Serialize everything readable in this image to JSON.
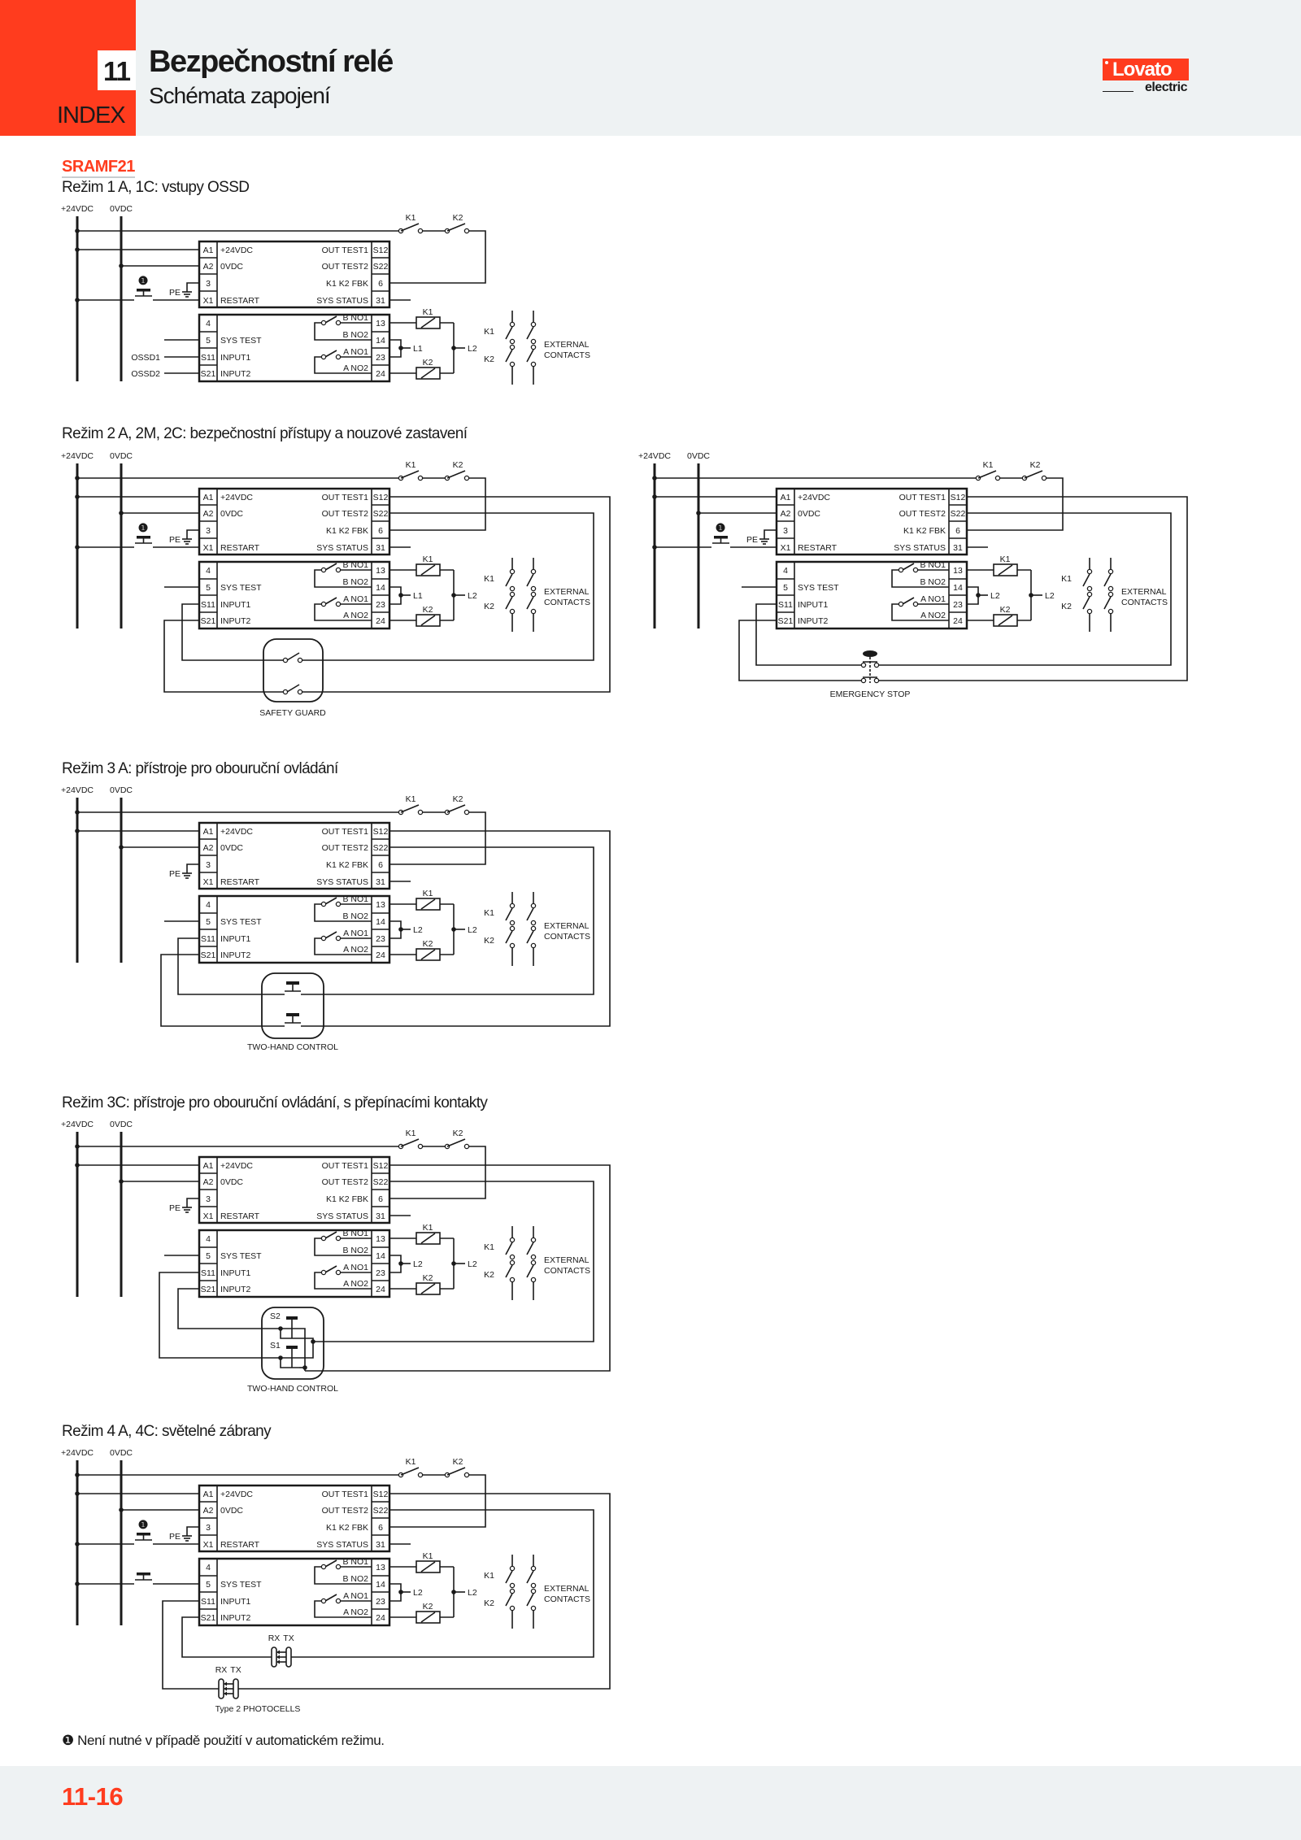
{
  "header": {
    "chapter": "11",
    "index": "INDEX",
    "title": "Bezpečnostní relé",
    "subtitle": "Schémata zapojení",
    "logo": {
      "brand": "Lovato",
      "sub": "electric"
    }
  },
  "colors": {
    "accent": "#ff3c1e",
    "band": "#eef2f3"
  },
  "product": "SRAMF21",
  "relay": {
    "rails": [
      "+24VDC",
      "0VDC"
    ],
    "left_upper": [
      {
        "t": "A1",
        "l": "+24VDC"
      },
      {
        "t": "A2",
        "l": "0VDC"
      },
      {
        "t": "3",
        "l": ""
      },
      {
        "t": "X1",
        "l": "RESTART"
      }
    ],
    "left_lower": [
      {
        "t": "4",
        "l": ""
      },
      {
        "t": "5",
        "l": "SYS TEST"
      },
      {
        "t": "S11",
        "l": "INPUT1"
      },
      {
        "t": "S21",
        "l": "INPUT2"
      }
    ],
    "right_upper": [
      {
        "t": "S12",
        "l": "OUT TEST1"
      },
      {
        "t": "S22",
        "l": "OUT TEST2"
      },
      {
        "t": "6",
        "l": "K1 K2 FBK"
      },
      {
        "t": "31",
        "l": "SYS STATUS"
      }
    ],
    "right_lower": [
      {
        "t": "13",
        "l": "B NO1"
      },
      {
        "t": "14",
        "l": "B NO2"
      },
      {
        "t": "23",
        "l": "A NO1"
      },
      {
        "t": "24",
        "l": "A NO2"
      }
    ],
    "series_contacts": [
      "K1",
      "K2"
    ],
    "coils": [
      "K1",
      "K2"
    ],
    "pe": "PE",
    "coil_junction": "L2",
    "external": {
      "labels": [
        "K1",
        "K2"
      ],
      "text": [
        "EXTERNAL",
        "CONTACTS"
      ]
    },
    "note_mark": "❶"
  },
  "sections": [
    {
      "title": "Režim 1 A, 1C: vstupy OSSD",
      "diagrams": [
        {
          "kind": "ossd",
          "l": "L1",
          "restart": true,
          "inputs": [
            "OSSD1",
            "OSSD2"
          ]
        }
      ]
    },
    {
      "title": "Režim 2 A, 2M, 2C: bezpečnostní přístupy a nouzové zastavení",
      "diagrams": [
        {
          "kind": "guard",
          "l": "L1",
          "restart": true,
          "device": "SAFETY GUARD"
        },
        {
          "kind": "estop",
          "l": "L2",
          "restart": true,
          "device": "EMERGENCY STOP"
        }
      ]
    },
    {
      "title": "Režim 3 A: přístroje pro obouruční ovládání",
      "diagrams": [
        {
          "kind": "twohand",
          "l": "L2",
          "restart": false,
          "device": "TWO-HAND CONTROL"
        }
      ]
    },
    {
      "title": "Režim 3C: přístroje pro obouruční ovládání, s přepínacími kontakty",
      "diagrams": [
        {
          "kind": "twohand_c",
          "l": "L2",
          "restart": false,
          "device": "TWO-HAND CONTROL",
          "buttons": [
            "S2",
            "S1"
          ]
        }
      ]
    },
    {
      "title": "Režim 4 A, 4C: světelné zábrany",
      "diagrams": [
        {
          "kind": "photocells",
          "l": "L2",
          "restart": true,
          "systest_button": true,
          "device": "Type 2 PHOTOCELLS",
          "cells": [
            "RX",
            "TX"
          ]
        }
      ]
    }
  ],
  "footnote": {
    "mark": "❶",
    "text": "Není nutné v případě použití v automatickém režimu."
  },
  "page_number": "11-16"
}
